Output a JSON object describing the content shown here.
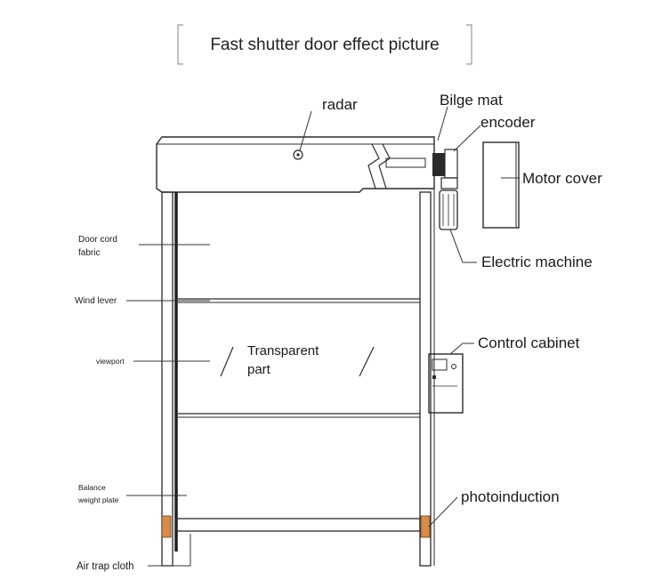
{
  "title": "Fast shutter door effect picture",
  "labels": {
    "radar": "radar",
    "bilge_mat": "Bilge mat",
    "encoder": "encoder",
    "motor_cover": "Motor cover",
    "electric_machine": "Electric machine",
    "control_cabinet": "Control cabinet",
    "photoinduction": "photoinduction",
    "door_cord_fabric_line1": "Door cord",
    "door_cord_fabric_line2": "fabric",
    "wind_lever": "Wind lever",
    "viewport": "viewport",
    "transparent_part_line1": "Transparent",
    "transparent_part_line2": "part",
    "balance_weight_plate_line1": "Balance",
    "balance_weight_plate_line2": "weight plate",
    "air_trap_cloth": "Air trap cloth"
  },
  "colors": {
    "line": "#2a2a2a",
    "photo_sensor": "#d98c4a",
    "title_bracket": "#999999"
  }
}
